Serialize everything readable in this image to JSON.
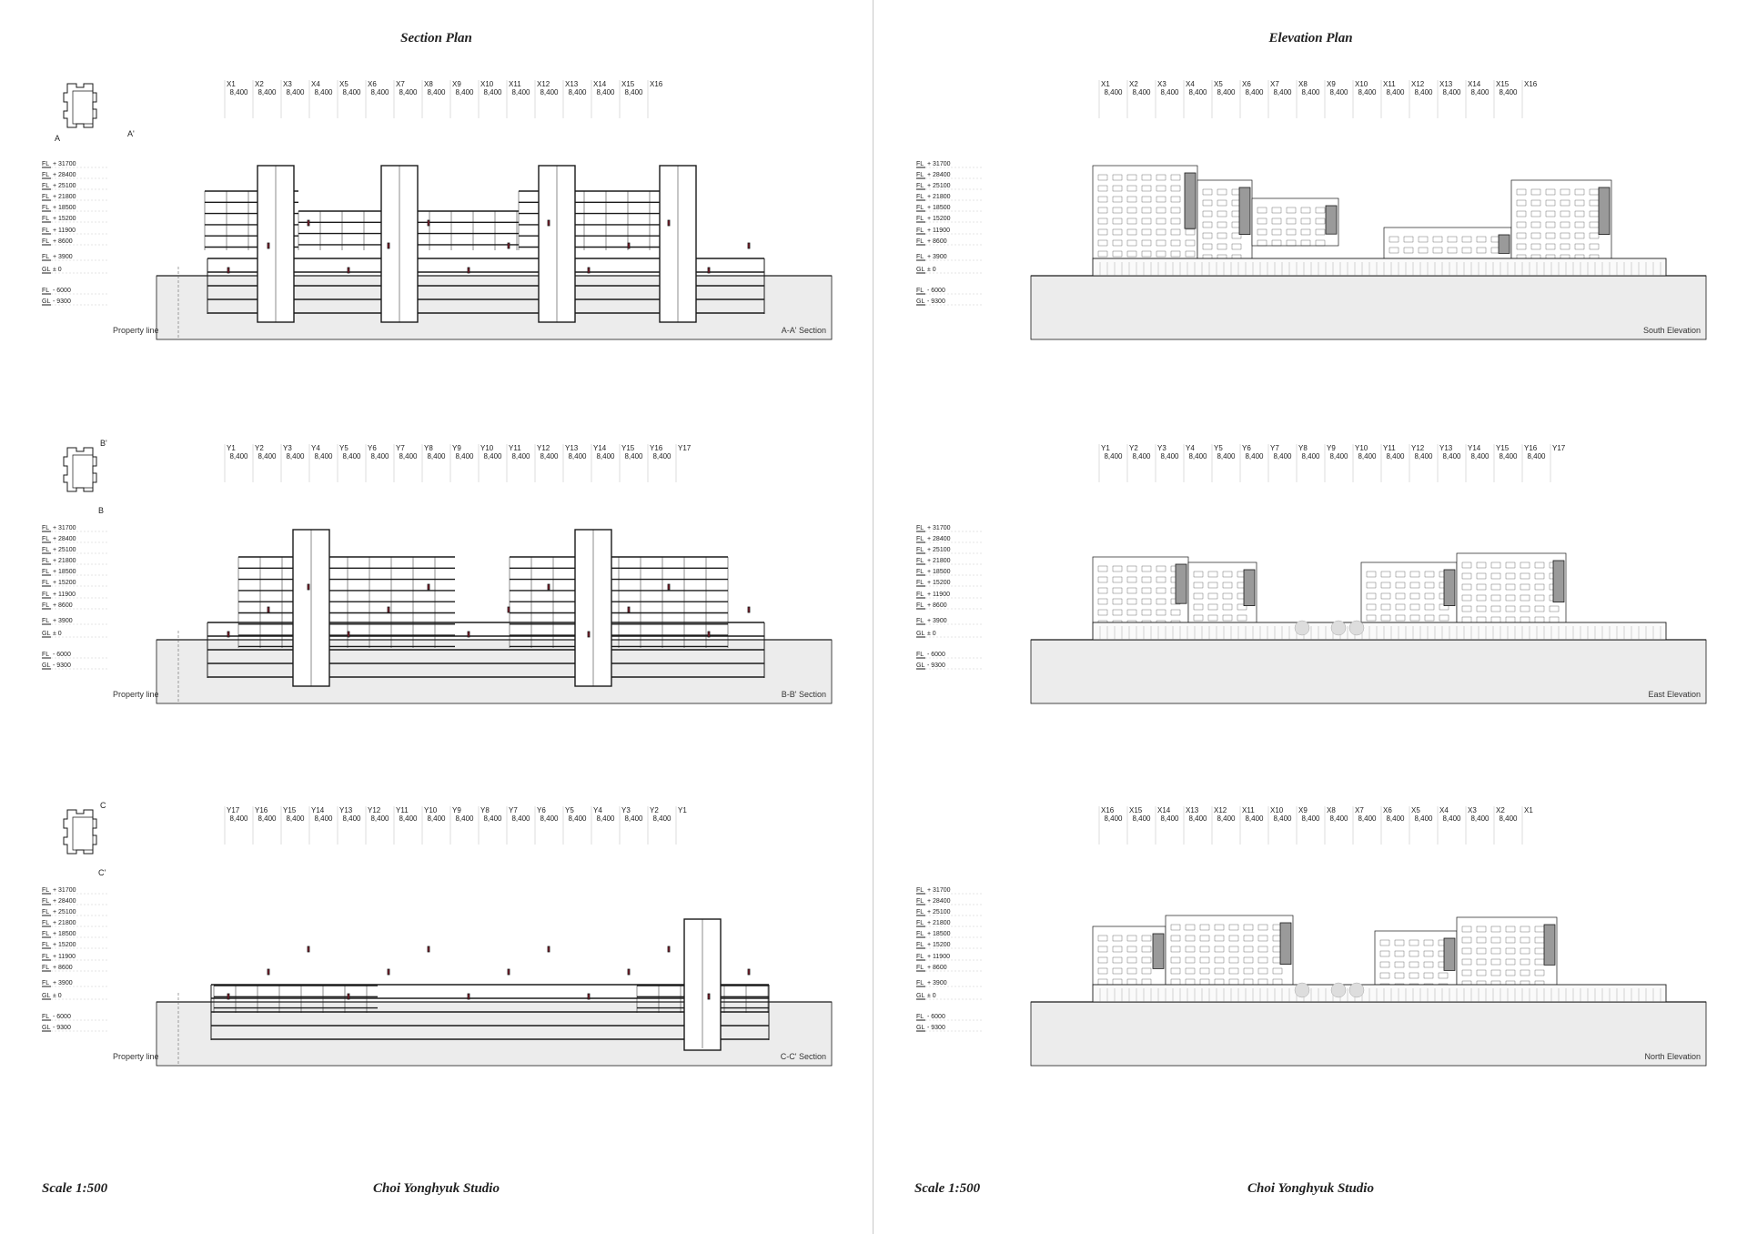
{
  "sheets": [
    {
      "title": "Section Plan",
      "scale": "Scale 1:500",
      "studio": "Choi Yonghyuk Studio",
      "drawings": [
        {
          "caption": "A-A' Section",
          "property_line": "Property line",
          "key_top": "",
          "key_bottom": "A",
          "key_side": "A'",
          "grid": [
            "X1",
            "X2",
            "X3",
            "X4",
            "X5",
            "X6",
            "X7",
            "X8",
            "X9",
            "X10",
            "X11",
            "X12",
            "X13",
            "X14",
            "X15",
            "X16"
          ]
        },
        {
          "caption": "B-B' Section",
          "property_line": "Property line",
          "key_top": "B'",
          "key_bottom": "B",
          "key_side": "",
          "grid": [
            "Y1",
            "Y2",
            "Y3",
            "Y4",
            "Y5",
            "Y6",
            "Y7",
            "Y8",
            "Y9",
            "Y10",
            "Y11",
            "Y12",
            "Y13",
            "Y14",
            "Y15",
            "Y16",
            "Y17"
          ]
        },
        {
          "caption": "C-C' Section",
          "property_line": "Property line",
          "key_top": "C",
          "key_bottom": "C'",
          "key_side": "",
          "grid": [
            "Y17",
            "Y16",
            "Y15",
            "Y14",
            "Y13",
            "Y12",
            "Y11",
            "Y10",
            "Y9",
            "Y8",
            "Y7",
            "Y6",
            "Y5",
            "Y4",
            "Y3",
            "Y2",
            "Y1"
          ]
        }
      ]
    },
    {
      "title": "Elevation Plan",
      "scale": "Scale 1:500",
      "studio": "Choi Yonghyuk Studio",
      "drawings": [
        {
          "caption": "South Elevation",
          "property_line": "",
          "key_top": "",
          "key_bottom": "",
          "key_side": "",
          "grid": [
            "X1",
            "X2",
            "X3",
            "X4",
            "X5",
            "X6",
            "X7",
            "X8",
            "X9",
            "X10",
            "X11",
            "X12",
            "X13",
            "X14",
            "X15",
            "X16"
          ]
        },
        {
          "caption": "East Elevation",
          "property_line": "",
          "key_top": "",
          "key_bottom": "",
          "key_side": "",
          "grid": [
            "Y1",
            "Y2",
            "Y3",
            "Y4",
            "Y5",
            "Y6",
            "Y7",
            "Y8",
            "Y9",
            "Y10",
            "Y11",
            "Y12",
            "Y13",
            "Y14",
            "Y15",
            "Y16",
            "Y17"
          ]
        },
        {
          "caption": "North Elevation",
          "property_line": "",
          "key_top": "",
          "key_bottom": "",
          "key_side": "",
          "grid": [
            "X16",
            "X15",
            "X14",
            "X13",
            "X12",
            "X11",
            "X10",
            "X9",
            "X8",
            "X7",
            "X6",
            "X5",
            "X4",
            "X3",
            "X2",
            "X1"
          ]
        }
      ]
    }
  ],
  "bay_dimension": "8,400",
  "levels": [
    {
      "tag": "FL",
      "value": "+ 31700"
    },
    {
      "tag": "FL",
      "value": "+ 28400"
    },
    {
      "tag": "FL",
      "value": "+ 25100"
    },
    {
      "tag": "FL",
      "value": "+ 21800"
    },
    {
      "tag": "FL",
      "value": "+ 18500"
    },
    {
      "tag": "FL",
      "value": "+ 15200"
    },
    {
      "tag": "FL",
      "value": "+ 11900"
    },
    {
      "tag": "FL",
      "value": "+ 8600"
    },
    {
      "tag": "FL",
      "value": "+ 3900"
    },
    {
      "tag": "GL",
      "value": "± 0"
    },
    {
      "tag": "FL",
      "value": "- 6000"
    },
    {
      "tag": "GL",
      "value": "- 9300"
    }
  ],
  "colors": {
    "ground": "#ececec",
    "line": "#1a1a1a",
    "shade": "#9a9a9a",
    "figure": "#8b1a2b"
  }
}
